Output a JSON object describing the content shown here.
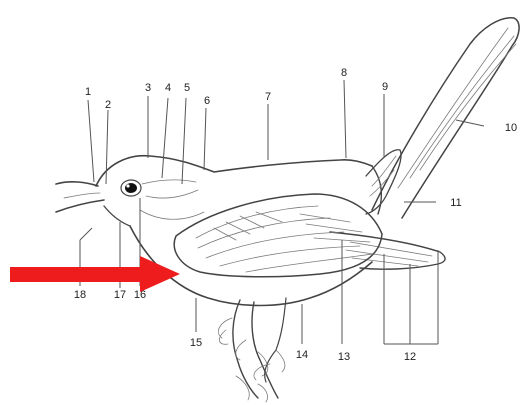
{
  "labels": [
    "1",
    "2",
    "3",
    "4",
    "5",
    "6",
    "7",
    "8",
    "9",
    "10",
    "11",
    "12",
    "13",
    "14",
    "15",
    "16",
    "17",
    "18"
  ],
  "colors": {
    "arrow": "#ee1c1c",
    "eye": "#111111"
  }
}
